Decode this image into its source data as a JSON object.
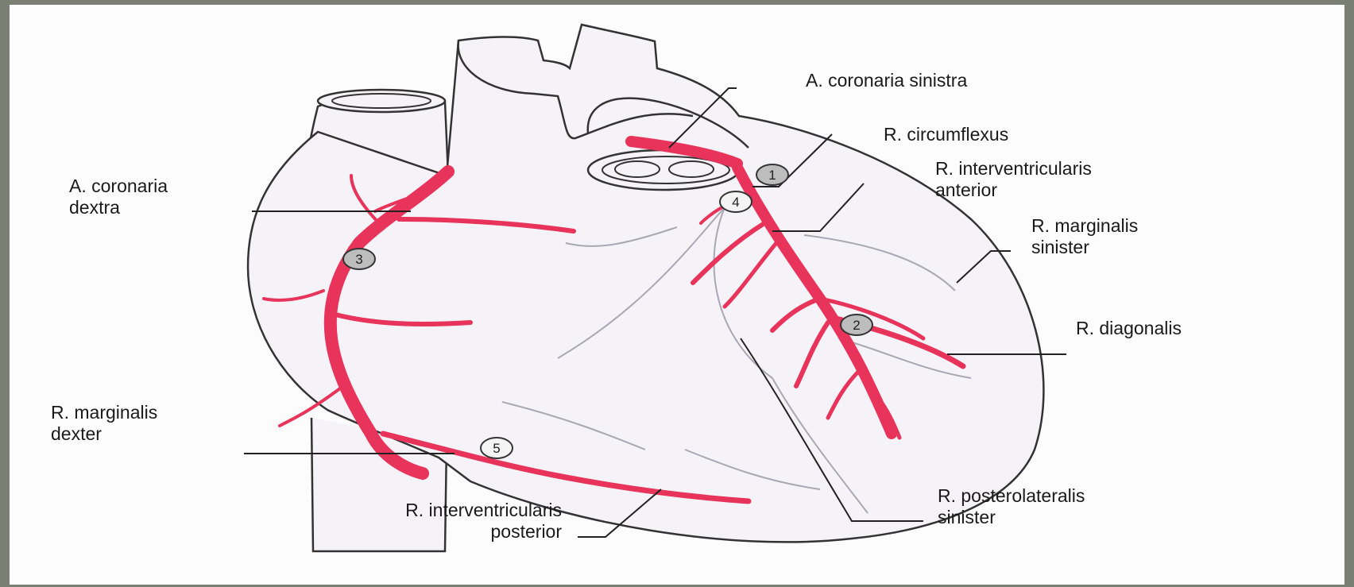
{
  "labels": {
    "coronaria_sinistra": "A. coronaria sinistra",
    "circumflexus": "R. circumflexus",
    "ia_line1": "R. interventricularis",
    "ia_line2": "anterior",
    "coronaria_dextra_line1": "A. coronaria",
    "coronaria_dextra_line2": "dextra",
    "ms_line1": "R. marginalis",
    "ms_line2": "sinister",
    "diagonalis": "R. diagonalis",
    "md_line1": "R. marginalis",
    "md_line2": "dexter",
    "ip_line1": "R. interventricularis",
    "ip_line2": "posterior",
    "pls_line1": "R. posterolateralis",
    "pls_line2": "sinister"
  },
  "markers": [
    "1",
    "2",
    "3",
    "4",
    "5"
  ],
  "colors": {
    "artery": "#e8335a",
    "heart_fill": "#f6f3f8",
    "outline": "#333333",
    "vein": "#a8a8b2",
    "marker_fill": "#bdbdbd",
    "background": "#7b7f73"
  }
}
